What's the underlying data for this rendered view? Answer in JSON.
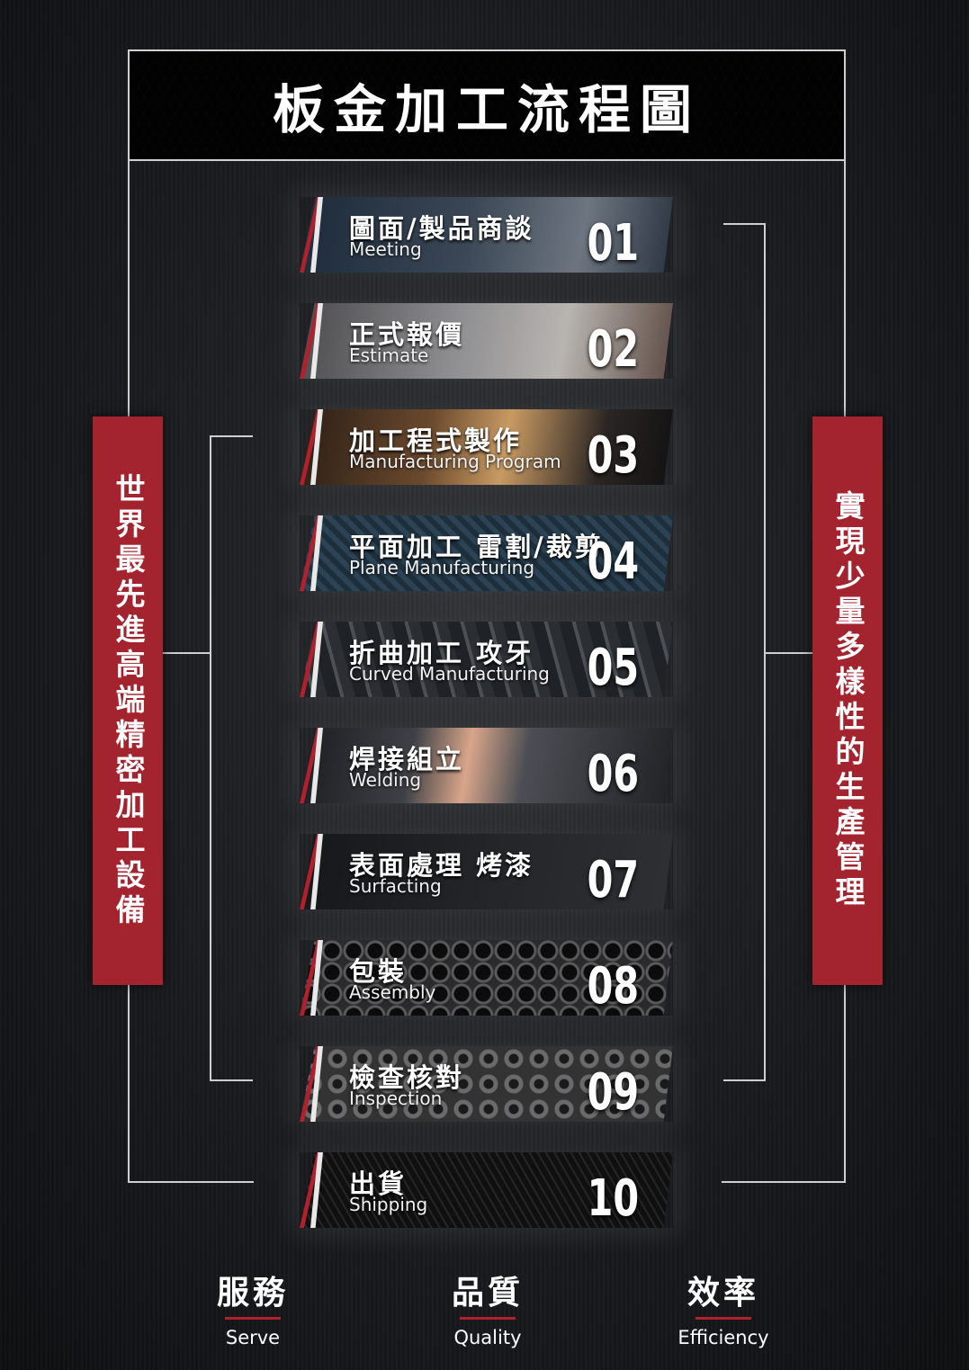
{
  "title": "板金加工流程圖",
  "left_banner": "世界最先進高端精密加工設備",
  "right_banner": "實現少量多樣性的生產管理",
  "steps": [
    {
      "zh": "圖面/製品商談",
      "en": "Meeting",
      "num": "01"
    },
    {
      "zh": "正式報價",
      "en": "Estimate",
      "num": "02"
    },
    {
      "zh": "加工程式製作",
      "en": "Manufacturing Program",
      "num": "03"
    },
    {
      "zh": "平面加工 雷割/裁剪",
      "en": "Plane Manufacturing",
      "num": "04"
    },
    {
      "zh": "折曲加工  攻牙",
      "en": "Curved Manufacturing",
      "num": "05"
    },
    {
      "zh": "焊接組立",
      "en": "Welding",
      "num": "06"
    },
    {
      "zh": "表面處理  烤漆",
      "en": "Surfacting",
      "num": "07"
    },
    {
      "zh": "包裝",
      "en": "Assembly",
      "num": "08"
    },
    {
      "zh": "檢查核對",
      "en": "Inspection",
      "num": "09"
    },
    {
      "zh": "出貨",
      "en": "Shipping",
      "num": "10"
    }
  ],
  "footer": [
    {
      "zh": "服務",
      "en": "Serve"
    },
    {
      "zh": "品質",
      "en": "Quality"
    },
    {
      "zh": "效率",
      "en": "Efficiency"
    }
  ],
  "colors": {
    "accent_red": "#a3242f",
    "line": "#cfcfcf",
    "background": "#1a1c1f"
  }
}
